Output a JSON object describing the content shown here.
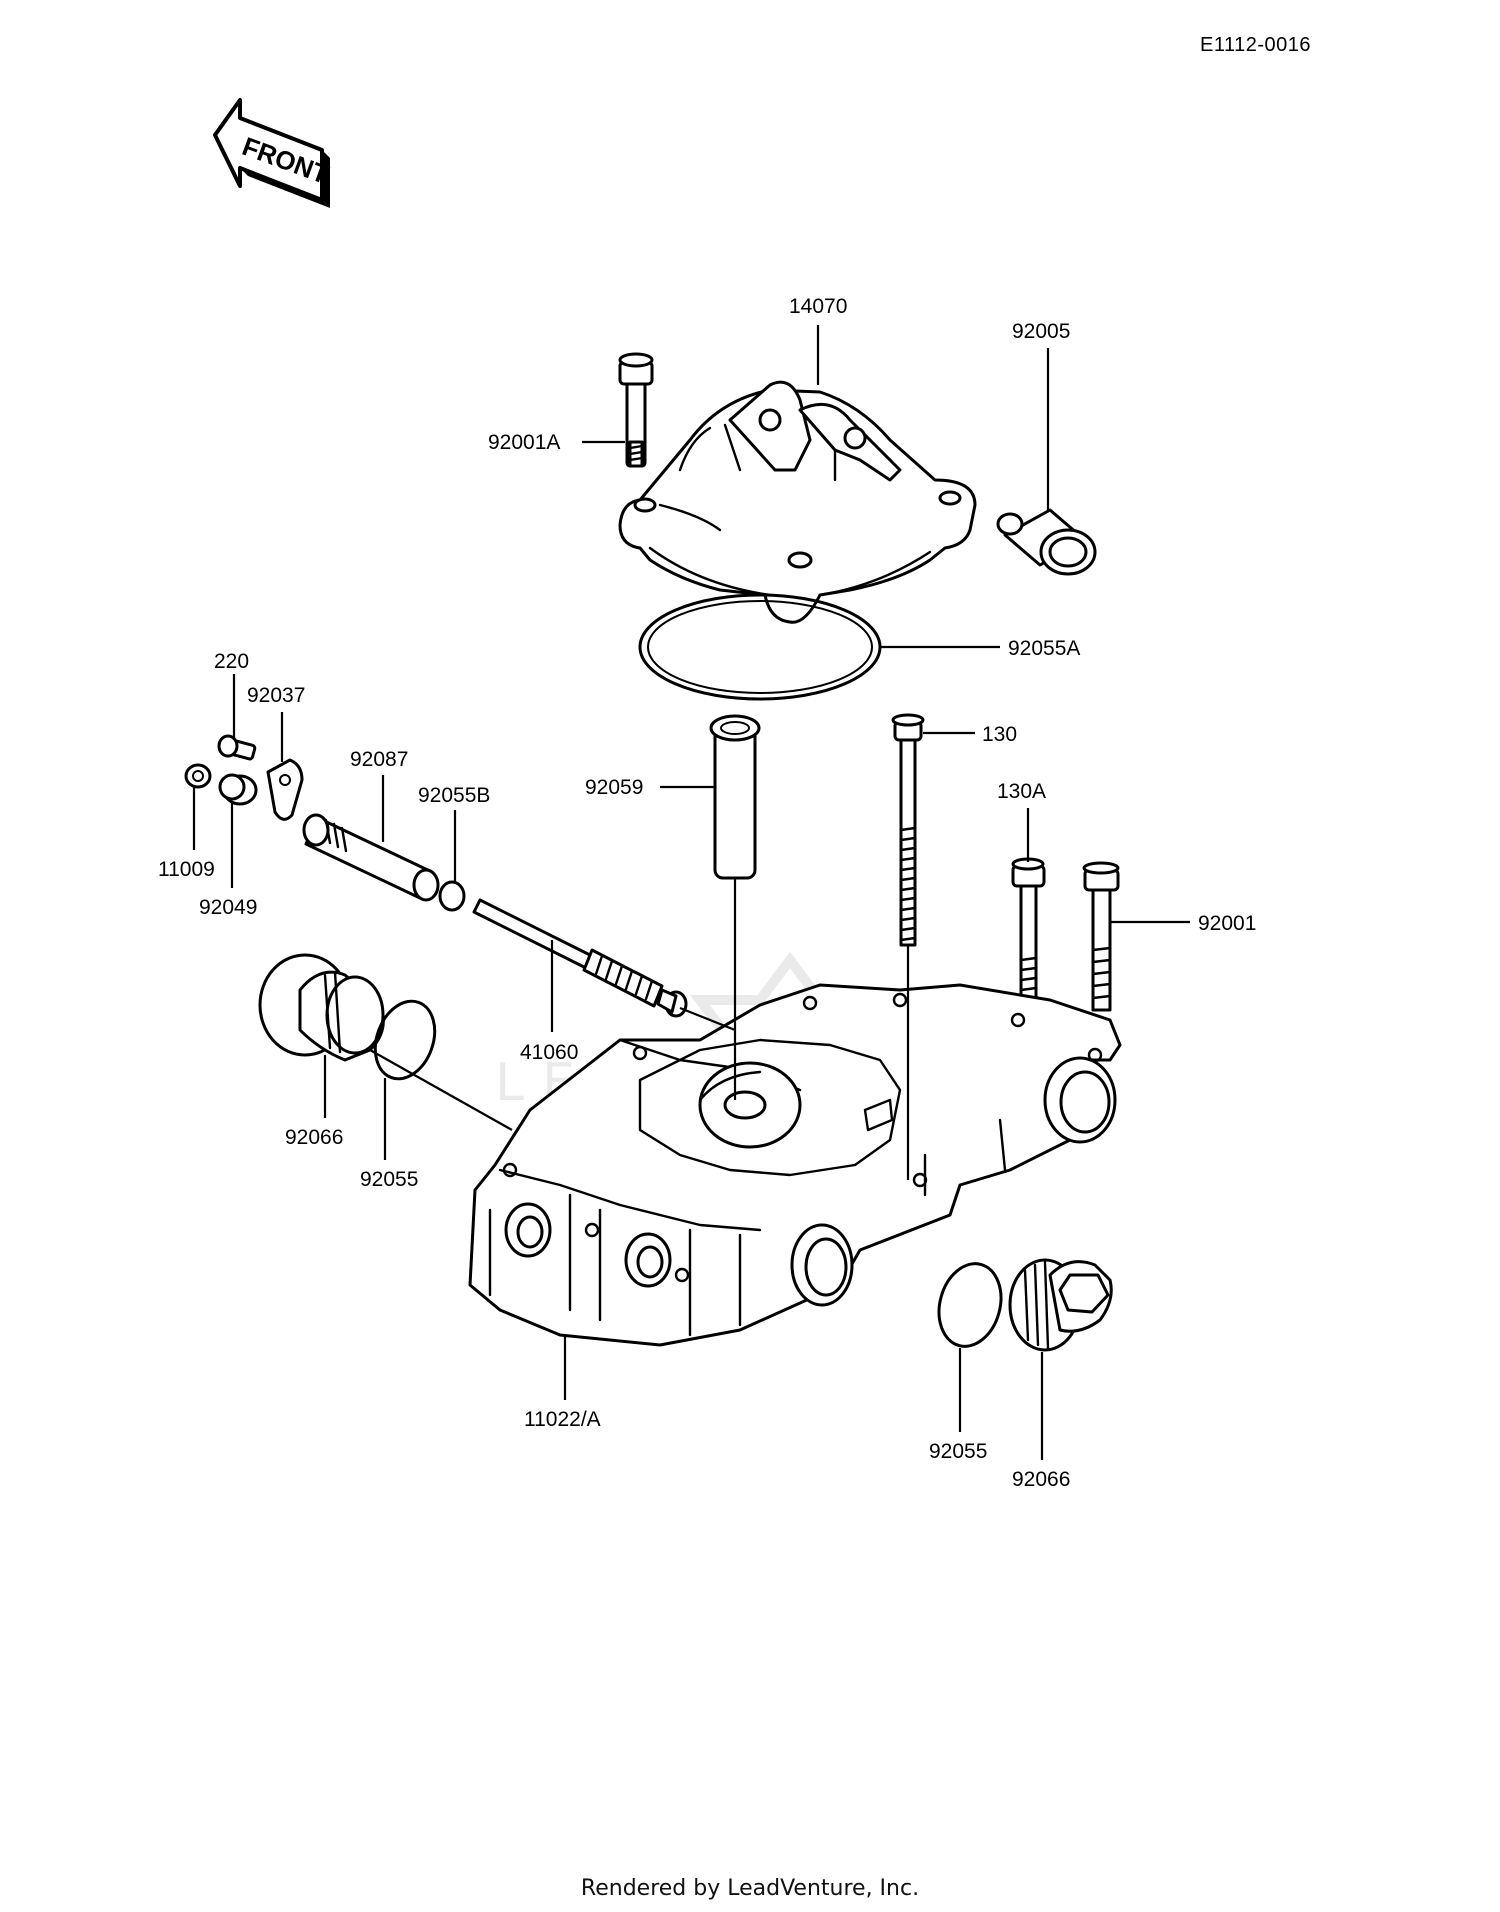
{
  "doc_id": "E1112-0016",
  "front_arrow_label": "FRONT",
  "watermark_text": "LEADVENTURE",
  "footer": "Rendered by LeadVenture, Inc.",
  "callouts": {
    "c14070": "14070",
    "c92001A": "92001A",
    "c92005": "92005",
    "c92055A": "92055A",
    "c220": "220",
    "c92037": "92037",
    "c92087": "92087",
    "c92055B": "92055B",
    "c92059": "92059",
    "c130": "130",
    "c130A": "130A",
    "c92001": "92001",
    "c11009": "11009",
    "c92049": "92049",
    "c41060": "41060",
    "c92066_left": "92066",
    "c92055_left": "92055",
    "c11022A": "11022/A",
    "c92055_right": "92055",
    "c92066_right": "92066"
  }
}
